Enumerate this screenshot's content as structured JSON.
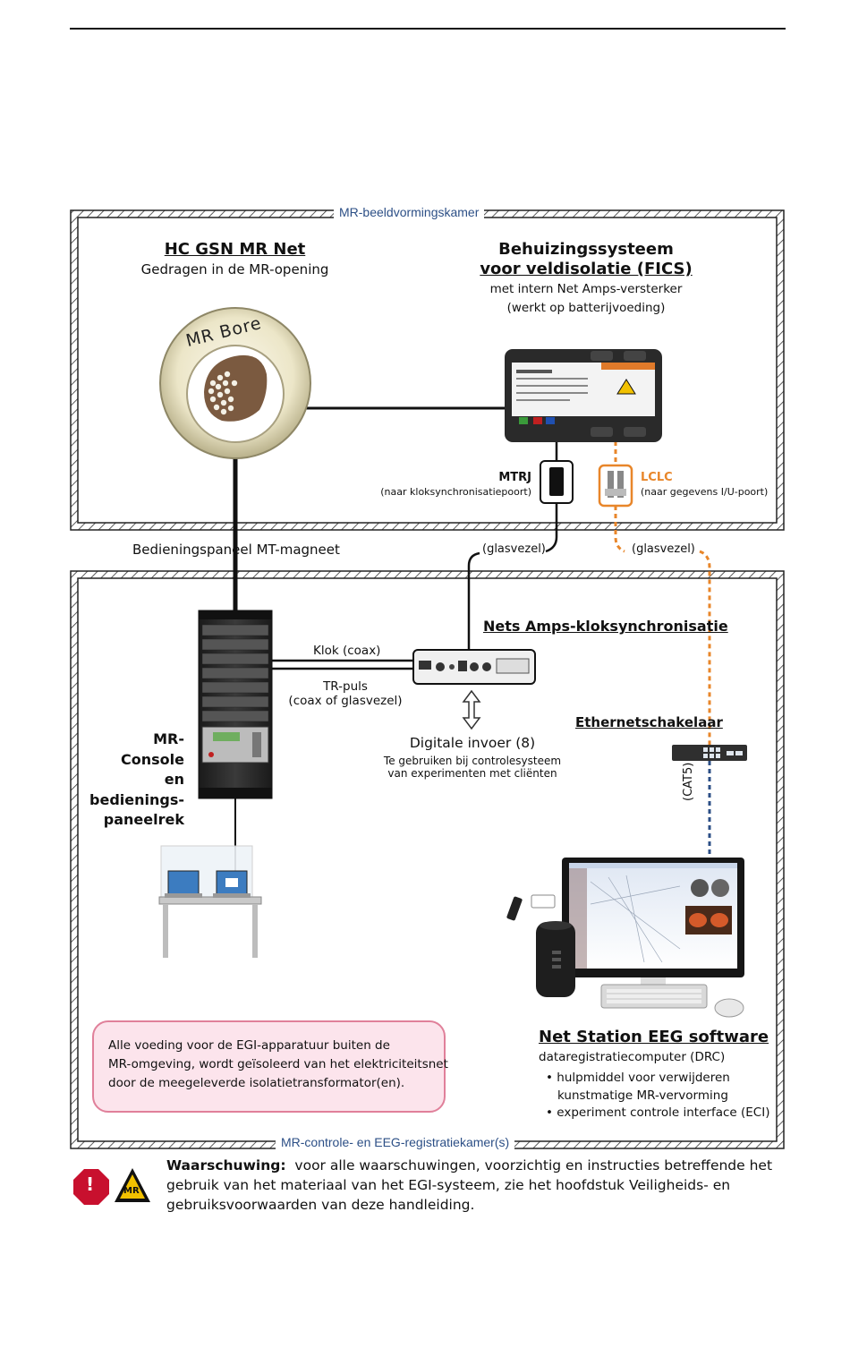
{
  "rooms": {
    "mr_room": "MR-beeldvormingskamer",
    "control_room": "MR-controle- en EEG-registratiekamer(s)"
  },
  "net": {
    "title": "HC GSN MR Net",
    "subtitle": "Gedragen in de MR-opening",
    "bore_label": "MR Bore"
  },
  "fics": {
    "title_line1": "Behuizingssysteem",
    "title_line2": "voor veldisolatie (FICS)",
    "line3": "met intern Net Amps-versterker",
    "line4": "(werkt op batterijvoeding)"
  },
  "mtrj": {
    "label": "MTRJ",
    "note": "(naar kloksynchronisatiepoort)"
  },
  "lclc": {
    "label": "LCLC",
    "note": "(naar gegevens I/U-poort)"
  },
  "fiber_left": "(glasvezel)",
  "fiber_right": "(glasvezel)",
  "magnet_panel": "Bedieningspaneel MT-magneet",
  "clock_sync": {
    "title": "Nets Amps-kloksynchronisatie",
    "clock": "Klok (coax)",
    "tr_line1": "TR-puls",
    "tr_line2": "(coax of glasvezel)",
    "digital_in": "Digitale invoer (8)",
    "digital_note1": "Te gebruiken bij controlesysteem",
    "digital_note2": "van experimenten met cliënten"
  },
  "console": {
    "l1": "MR-",
    "l2": "Console",
    "l3": "en",
    "l4": "bedienings-",
    "l5": "paneelrek"
  },
  "ethernet": {
    "title": "Ethernetschakelaar",
    "cable": "(CAT5)"
  },
  "netstation": {
    "title": "Net Station EEG software",
    "subtitle": "dataregistratiecomputer (DRC)",
    "bullet1a": "hulpmiddel voor verwijderen",
    "bullet1b": "kunstmatige MR-vervorming",
    "bullet2": "experiment controle interface (ECI)"
  },
  "notice": {
    "l1": "Alle voeding voor de EGI-apparatuur buiten de",
    "l2": "MR-omgeving, wordt geïsoleerd van het elektriciteitsnet",
    "l3": "door de meegeleverde isolatietransformator(en)."
  },
  "warning": {
    "label": "Waarschuwing:",
    "l1": "voor alle waarschuwingen, voorzichtig en instructies betreffende het",
    "l2": "gebruik van het materiaal van het EGI-systeem, zie het hoofdstuk Veiligheids- en",
    "l3": "gebruiksvoorwaarden van deze handleiding.",
    "mr_badge": "MR",
    "stop_badge": "!"
  },
  "colors": {
    "orange": "#e8862a",
    "blue": "#2c4f86",
    "pink_border": "#e0809a",
    "pink_fill": "#fce4ec"
  }
}
